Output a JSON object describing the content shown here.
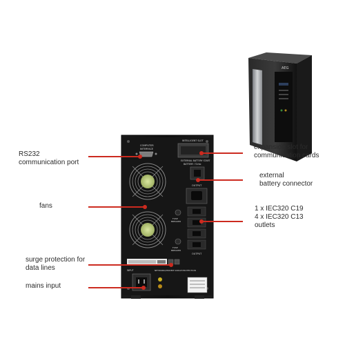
{
  "labels": {
    "rs232_line1": "RS232",
    "rs232_line2": "communication port",
    "fans": "fans",
    "surge_line1": "surge protection for",
    "surge_line2": "data lines",
    "mains": "mains input",
    "expansion_line1": "expansion slot for",
    "expansion_line2": "communication cards",
    "battery_line1": "external",
    "battery_line2": "battery connector",
    "outlets_line1": "1 x IEC320 C19",
    "outlets_line2": "4 x IEC320 C13",
    "outlets_line3": "outlets"
  },
  "panel_print": {
    "computer_interface_1": "COMPUTER",
    "computer_interface_2": "INTERFACE",
    "intelligent_slot": "INTELLIGENT SLOT",
    "ext_battery_1": "EXTERNAL BATTERY START",
    "ext_battery_2": "BATTERY: 72Vdc",
    "output_top": "OUTPUT",
    "output_bottom": "OUTPUT",
    "fuse_1": "FUSE",
    "fuse_1_sub": "BREAKER",
    "fuse_2": "FUSE",
    "fuse_2_sub": "BREAKER",
    "network_surge": "NETWORK/MODEM SURGE PROTECTION",
    "input": "INPUT"
  },
  "front_unit": {
    "brand": "AEG"
  },
  "colors": {
    "accent_red": "#cc2a1f",
    "case_black": "#141414",
    "fan_grille": "#9a9a9a",
    "fan_hub": "#c6d58a",
    "panel_silver": "#b9bcbf"
  }
}
